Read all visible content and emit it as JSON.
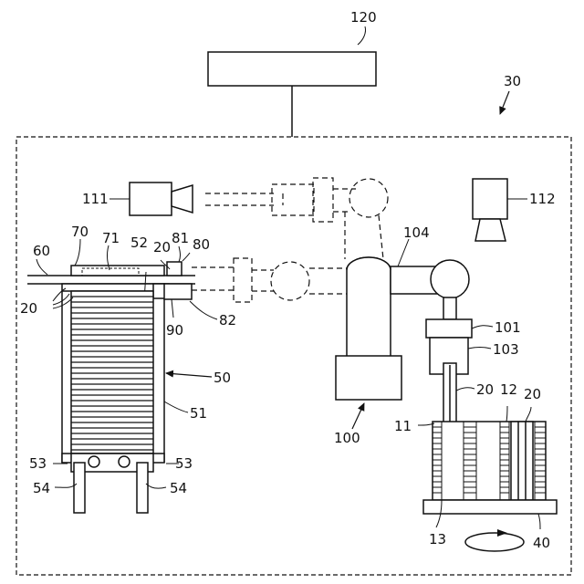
{
  "labels": {
    "controller": "120",
    "system": "30",
    "camera_left": "111",
    "camera_right": "112",
    "stage": "60",
    "holder": "70",
    "holder_inner": "71",
    "tab": "52",
    "sheet_top": "20",
    "block": "81",
    "block_top": "80",
    "sheets_left": "20",
    "unit_90": "90",
    "unit_82": "82",
    "stack_housing": "50",
    "housing_wall": "51",
    "arm_link": "104",
    "robot": "100",
    "hand": "101",
    "gripper": "103",
    "gripper_sheet": "20",
    "tray_top": "12",
    "tray_sheets": "20",
    "tray_left": "11",
    "tray_bottom": "13",
    "turntable": "40",
    "lift_left": "53",
    "lift_right": "53",
    "leg_left": "54",
    "leg_right": "54"
  }
}
